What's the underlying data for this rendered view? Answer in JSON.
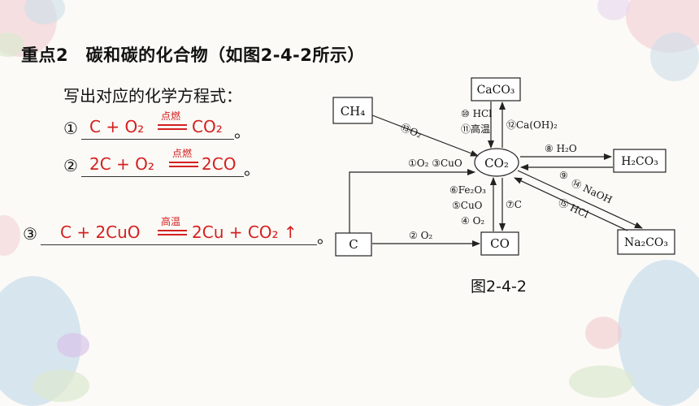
{
  "slide": {
    "title": "重点2　碳和碳的化合物（如图2-4-2所示）",
    "instruction": "写出对应的化学方程式：",
    "equations": [
      {
        "number": "①",
        "lhs": "C + O₂",
        "condition": "点燃",
        "rhs": "CO₂",
        "end": "。"
      },
      {
        "number": "②",
        "lhs": "2C + O₂",
        "condition": "点燃",
        "rhs": "2CO",
        "end": "。"
      },
      {
        "number": "③",
        "lhs": "C +  2CuO",
        "condition": "高温",
        "rhs": "2Cu + CO₂",
        "rhs_arrow": "↑",
        "end": "。"
      }
    ],
    "figure_caption": "图2-4-2"
  },
  "diagram": {
    "nodes": {
      "ch4": "CH₄",
      "caco3": "CaCO₃",
      "co2": "CO₂",
      "h2co3": "H₂CO₃",
      "c": "C",
      "co": "CO",
      "na2co3": "Na₂CO₃"
    },
    "labels": {
      "hcl_10": "⑩ HCl",
      "gaowen_11": "⑪高温",
      "caoh2_12": "⑫Ca(OH)₂",
      "o2_13": "⑬O₂",
      "o2_cuo_13": "①O₂ ③CuO",
      "h2o_8": "⑧ H₂O",
      "n9": "⑨",
      "fe2o3_6": "⑥Fe₂O₃",
      "cuo_5": "⑤CuO",
      "o2_4": "④ O₂",
      "c_7": "⑦C",
      "naoh_14": "⑭ NaOH",
      "hcl_15": "⑮ HCl",
      "o2_2": "② O₂"
    }
  },
  "colors": {
    "answer": "#d42020",
    "text": "#111111"
  }
}
